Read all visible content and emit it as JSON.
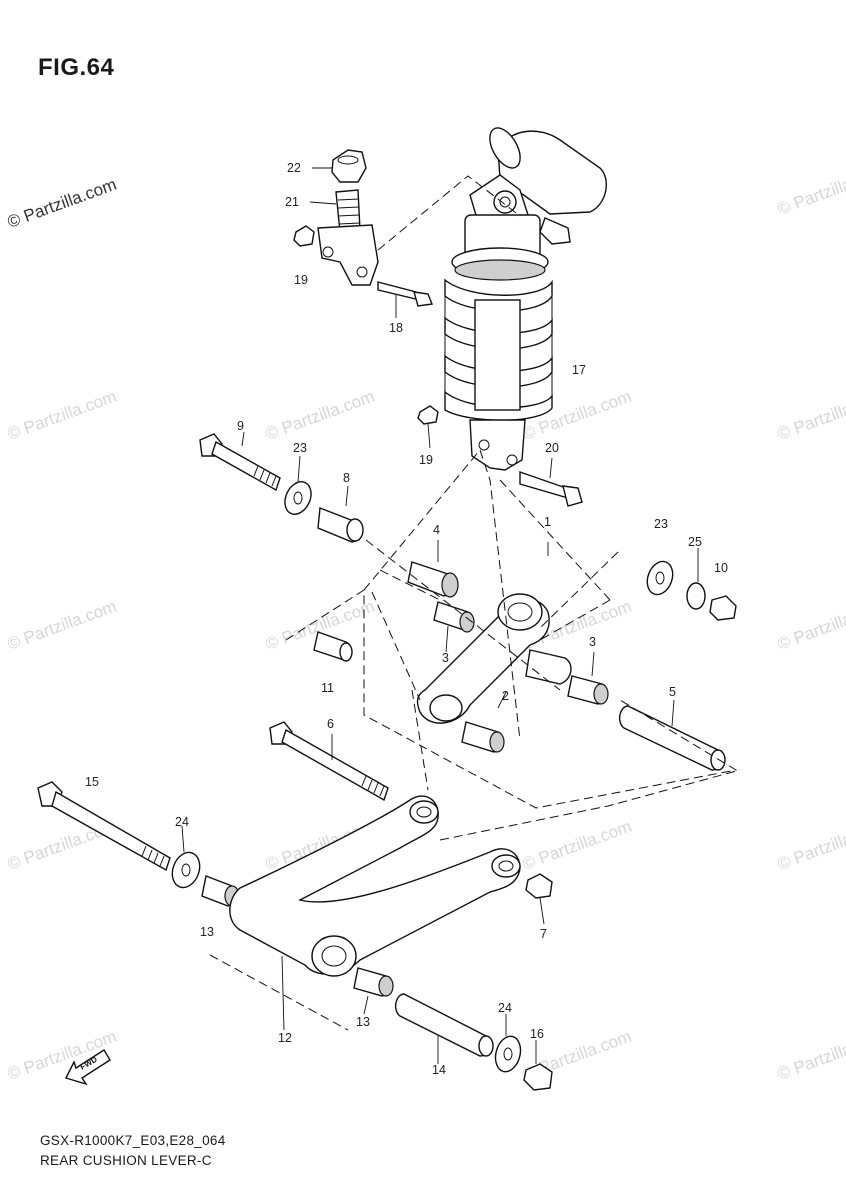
{
  "figure": {
    "title": "FIG.64"
  },
  "watermark": {
    "main": "© Partzilla.com",
    "faint": "© Partzilla.com"
  },
  "footer": {
    "line1": "GSX-R1000K7_E03,E28_064",
    "line2": "REAR CUSHION LEVER-C"
  },
  "fwd_arrow": {
    "label": "FWD"
  },
  "callouts": [
    {
      "key": "c22",
      "text": "22"
    },
    {
      "key": "c21",
      "text": "21"
    },
    {
      "key": "c19a",
      "text": "19"
    },
    {
      "key": "c18",
      "text": "18"
    },
    {
      "key": "c17",
      "text": "17"
    },
    {
      "key": "c9",
      "text": "9"
    },
    {
      "key": "c23a",
      "text": "23"
    },
    {
      "key": "c19b",
      "text": "19"
    },
    {
      "key": "c20",
      "text": "20"
    },
    {
      "key": "c8",
      "text": "8"
    },
    {
      "key": "c1",
      "text": "1"
    },
    {
      "key": "c23b",
      "text": "23"
    },
    {
      "key": "c25",
      "text": "25"
    },
    {
      "key": "c10",
      "text": "10"
    },
    {
      "key": "c4",
      "text": "4"
    },
    {
      "key": "c3a",
      "text": "3"
    },
    {
      "key": "c3b",
      "text": "3"
    },
    {
      "key": "c2",
      "text": "2"
    },
    {
      "key": "c11",
      "text": "11"
    },
    {
      "key": "c5",
      "text": "5"
    },
    {
      "key": "c6",
      "text": "6"
    },
    {
      "key": "c15",
      "text": "15"
    },
    {
      "key": "c24a",
      "text": "24"
    },
    {
      "key": "c7",
      "text": "7"
    },
    {
      "key": "c13a",
      "text": "13"
    },
    {
      "key": "c12",
      "text": "12"
    },
    {
      "key": "c13b",
      "text": "13"
    },
    {
      "key": "c24b",
      "text": "24"
    },
    {
      "key": "c16",
      "text": "16"
    },
    {
      "key": "c14",
      "text": "14"
    }
  ]
}
